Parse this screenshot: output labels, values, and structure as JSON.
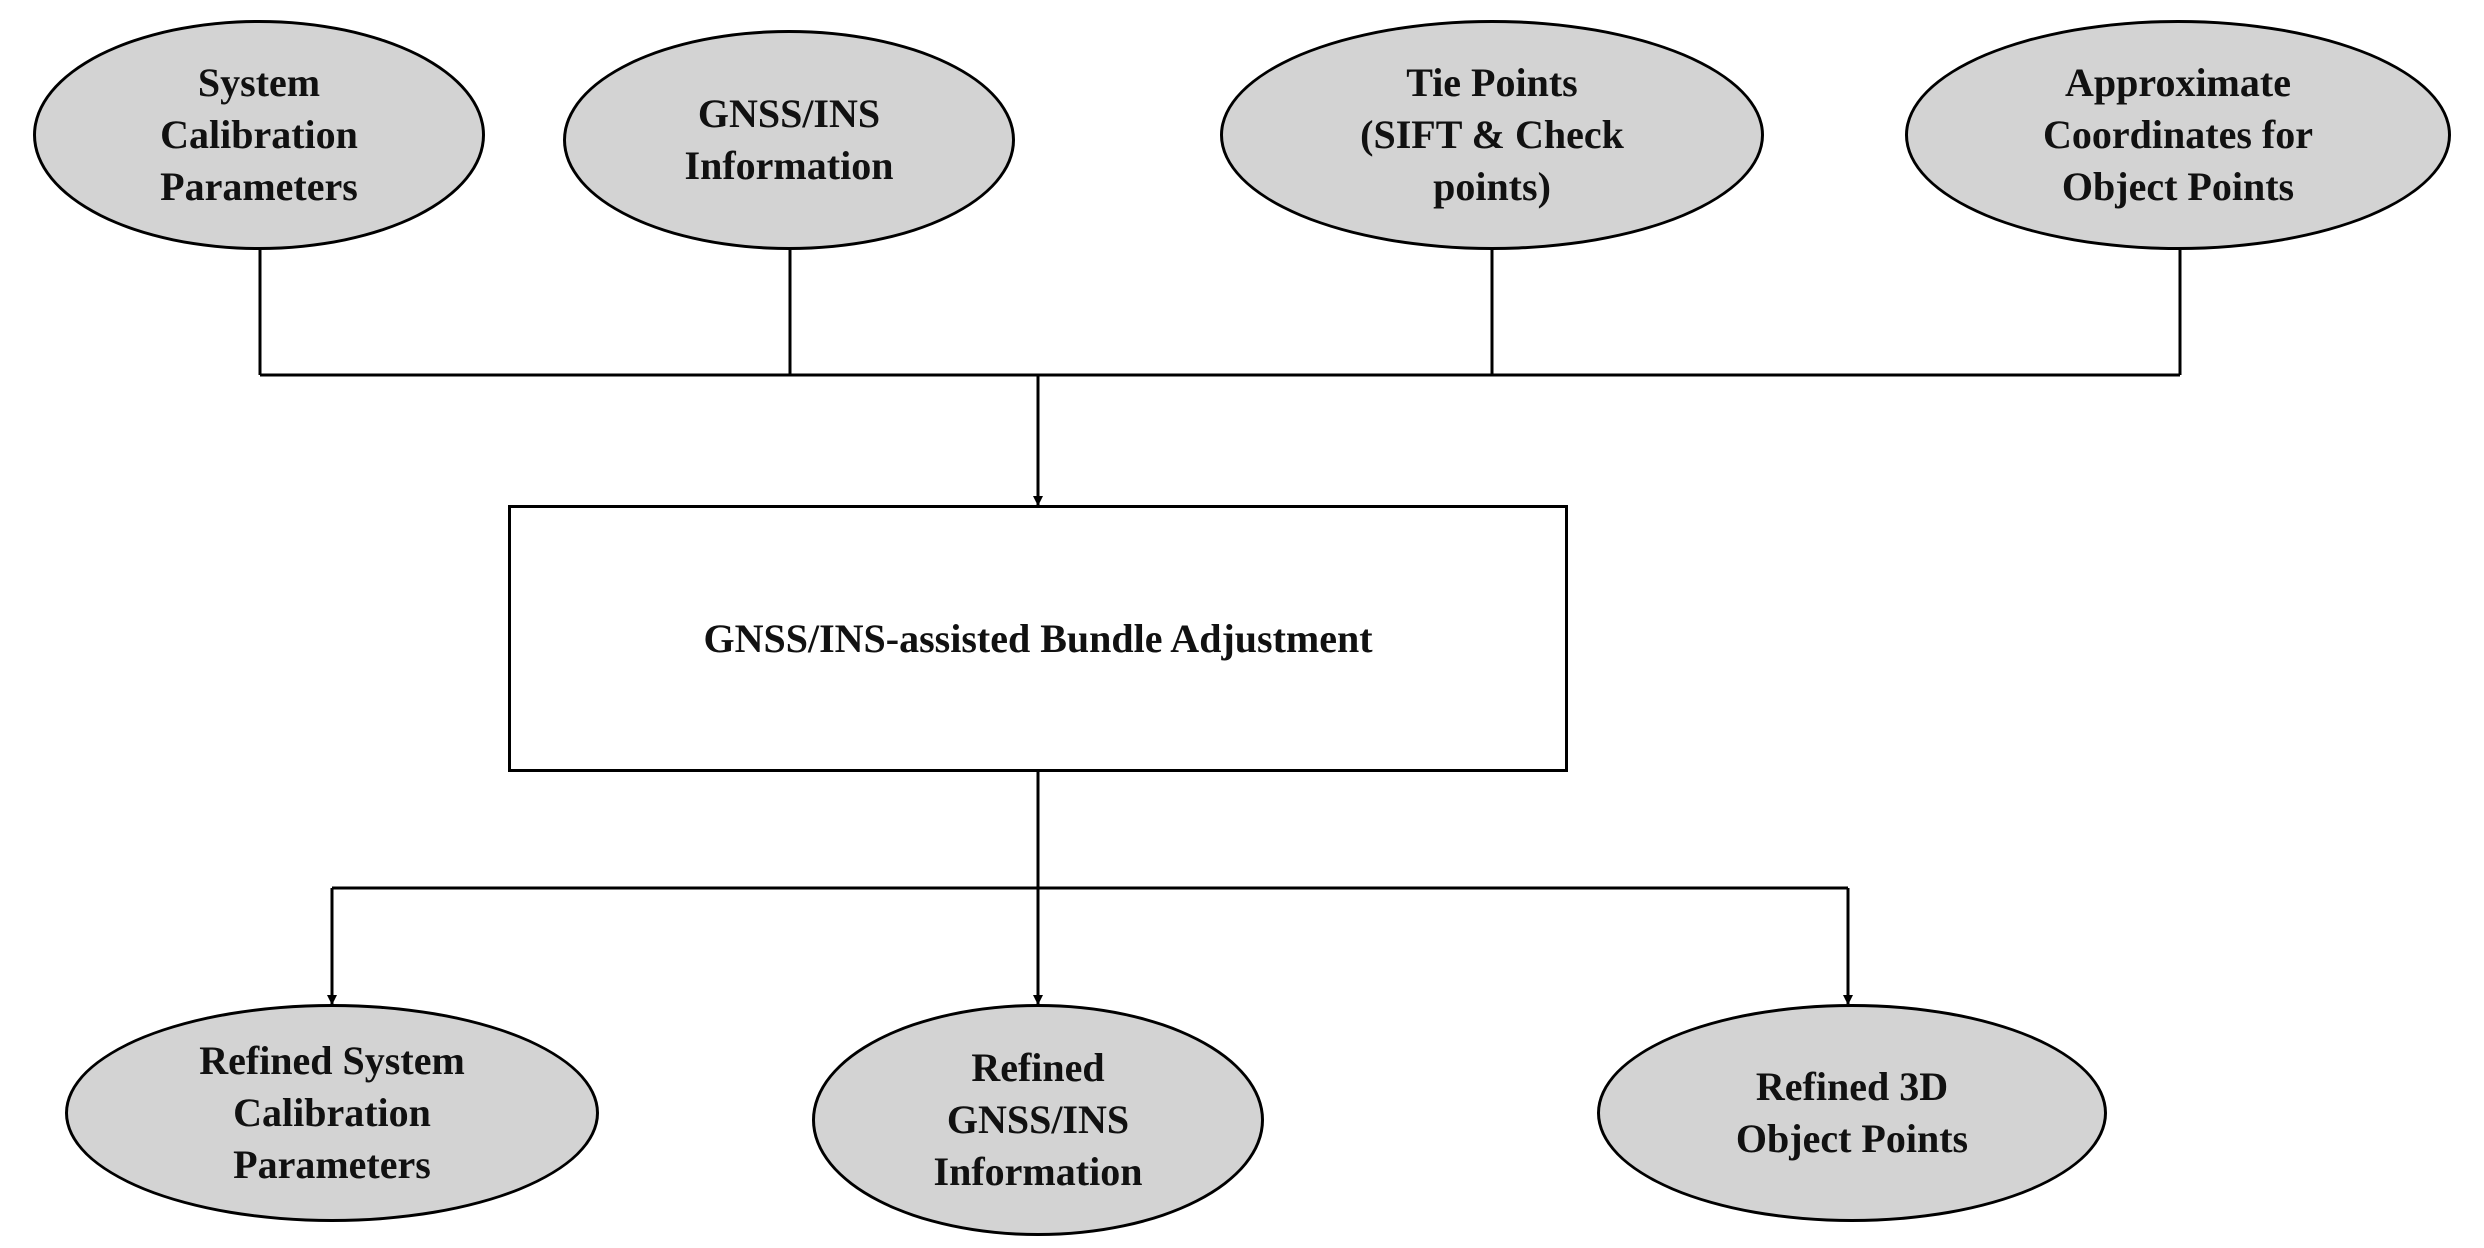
{
  "diagram": {
    "inputs": [
      {
        "id": "system-calibration-parameters",
        "label": "System\nCalibration\nParameters"
      },
      {
        "id": "gnss-ins-information",
        "label": "GNSS/INS\nInformation"
      },
      {
        "id": "tie-points",
        "label": "Tie Points\n(SIFT & Check\npoints)"
      },
      {
        "id": "approximate-coordinates",
        "label": "Approximate\nCoordinates for\nObject Points"
      }
    ],
    "process": {
      "label": "GNSS/INS-assisted Bundle Adjustment"
    },
    "outputs": [
      {
        "id": "refined-system-calibration-parameters",
        "label": "Refined System\nCalibration\nParameters"
      },
      {
        "id": "refined-gnss-ins-information",
        "label": "Refined\nGNSS/INS\nInformation"
      },
      {
        "id": "refined-3d-object-points",
        "label": "Refined 3D\nObject Points"
      }
    ],
    "colors": {
      "node_fill": "#d3d3d3",
      "stroke": "#000000",
      "process_fill": "#ffffff"
    }
  }
}
